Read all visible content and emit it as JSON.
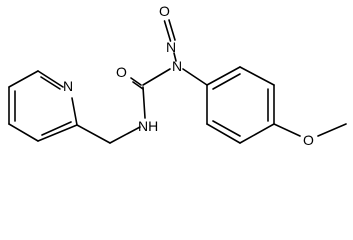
{
  "molecule": {
    "atoms": {
      "nitroso_oxygen": "O",
      "nitroso_nitrogen": "N",
      "urea_nitrogen": "N",
      "carbonyl_oxygen": "O",
      "amide_nh": "NH",
      "pyridine_nitrogen": "N",
      "methoxy_oxygen": "O"
    }
  }
}
